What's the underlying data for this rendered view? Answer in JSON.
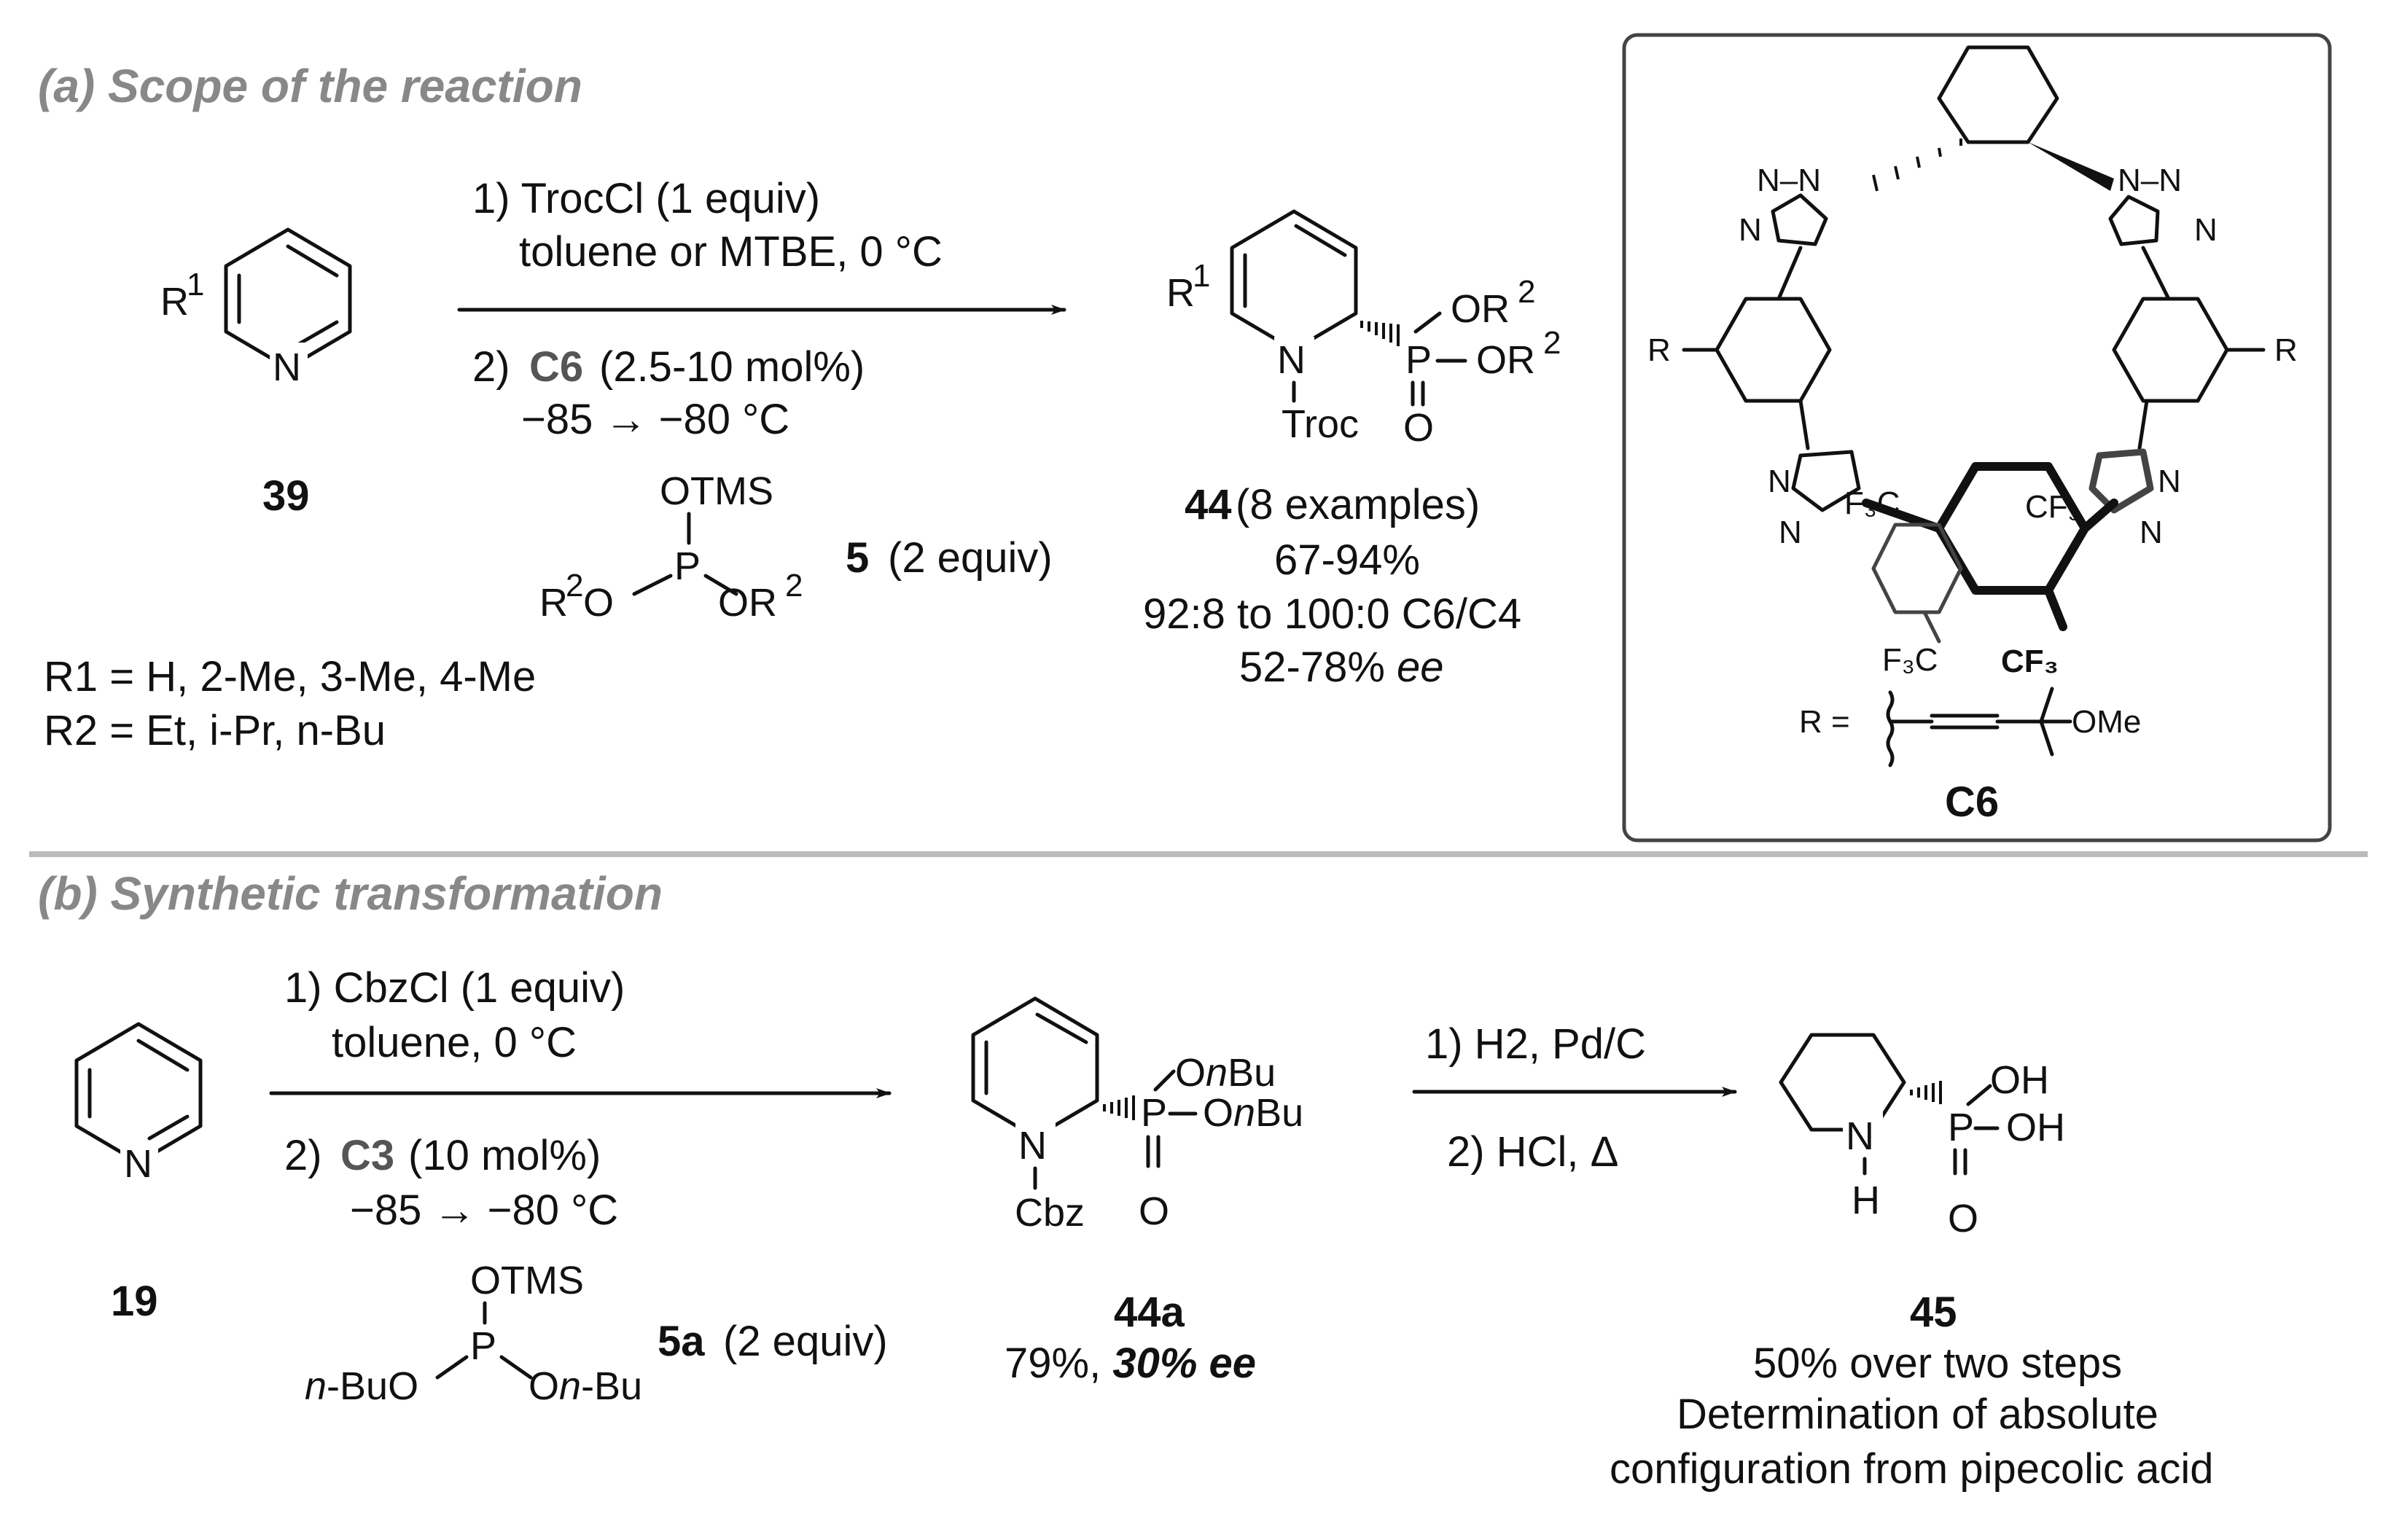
{
  "panel_a": {
    "header": "(a) Scope of the reaction",
    "substrate_id": "39",
    "r1_scope": "R1 = H, 2-Me, 3-Me, 4-Me",
    "r2_scope": "R2 = Et, i-Pr, n-Bu",
    "step1": "1) TrocCl (1 equiv)",
    "step1_cond": "toluene or MTBE, 0 °C",
    "step2_num": "2)",
    "step2_cat": "C6",
    "step2_load": "(2.5-10 mol%)",
    "step2_temp": "−85 → −80 °C",
    "reagent_id": "5",
    "reagent_amount": "(2 equiv)",
    "product_id": "44",
    "product_examples": "(8 examples)",
    "yield": "67-94%",
    "regio": "92:8 to 100:0 C6/C4",
    "ee_value": "52-78%",
    "ee_unit": "ee"
  },
  "catalyst": {
    "id": "C6",
    "r_def": "R ="
  },
  "panel_b": {
    "header": "(b) Synthetic transformation",
    "substrate_id": "19",
    "step1": "1) CbzCl (1 equiv)",
    "step1_cond": "toluene, 0 °C",
    "step2_num": "2)",
    "step2_cat": "C3",
    "step2_load": "(10 mol%)",
    "step2_temp": "−85 → −80 °C",
    "reagent_id": "5a",
    "reagent_amount": "(2 equiv)",
    "intermediate_id": "44a",
    "intermediate_yield": "79%,",
    "intermediate_ee": "30% ee",
    "step3": "1) H2, Pd/C",
    "step4": "2) HCl, Δ",
    "final_id": "45",
    "final_yield": "50% over two steps",
    "final_note1": "Determination of absolute",
    "final_note2": "configuration from pipecolic acid"
  },
  "colors": {
    "header": "#888888",
    "divider": "#bbbbbb",
    "ink": "#111111"
  }
}
